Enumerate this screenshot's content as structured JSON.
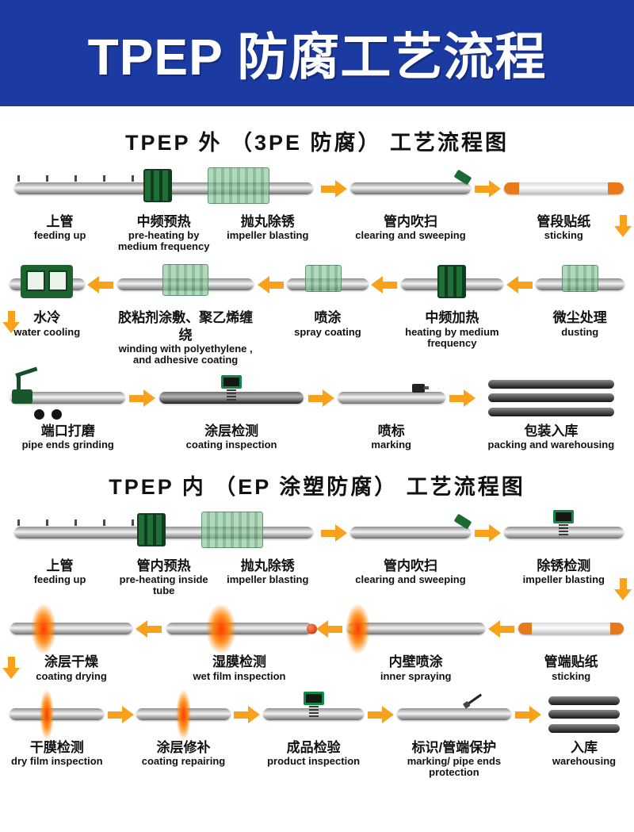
{
  "header": {
    "title": "TPEP 防腐工艺流程"
  },
  "colors": {
    "header_bg": "#1b3aa2",
    "arrow": "#f9a11b",
    "machine_dark": "#1a5c2c",
    "cap": "#e87a1e",
    "hot": "#ff3c00"
  },
  "sections": [
    {
      "title": "TPEP 外 （3PE 防腐） 工艺流程图",
      "rows": [
        {
          "steps": [
            {
              "zh": "上管",
              "en": "feeding up"
            },
            {
              "zh": "中频预热",
              "en": "pre-heating by medium frequency"
            },
            {
              "zh": "抛丸除锈",
              "en": "impeller blasting"
            },
            {
              "zh": "管内吹扫",
              "en": "clearing and sweeping"
            },
            {
              "zh": "管段贴纸",
              "en": "sticking"
            }
          ]
        },
        {
          "steps": [
            {
              "zh": "水冷",
              "en": "water cooling"
            },
            {
              "zh": "胶粘剂涂敷、聚乙烯缠绕",
              "en": "winding with polyethylene , and adhesive coating"
            },
            {
              "zh": "喷涂",
              "en": "spray coating"
            },
            {
              "zh": "中频加热",
              "en": "heating by medium frequency"
            },
            {
              "zh": "微尘处理",
              "en": "dusting"
            }
          ]
        },
        {
          "steps": [
            {
              "zh": "端口打磨",
              "en": "pipe ends grinding"
            },
            {
              "zh": "涂层检测",
              "en": "coating inspection"
            },
            {
              "zh": "喷标",
              "en": "marking"
            },
            {
              "zh": "包装入库",
              "en": "packing and warehousing"
            }
          ]
        }
      ]
    },
    {
      "title": "TPEP 内 （EP 涂塑防腐） 工艺流程图",
      "rows": [
        {
          "steps": [
            {
              "zh": "上管",
              "en": "feeding up"
            },
            {
              "zh": "管内预热",
              "en": "pre-heating inside tube"
            },
            {
              "zh": "抛丸除锈",
              "en": "impeller blasting"
            },
            {
              "zh": "管内吹扫",
              "en": "clearing and sweeping"
            },
            {
              "zh": "除锈检测",
              "en": "impeller blasting"
            }
          ]
        },
        {
          "steps": [
            {
              "zh": "涂层干燥",
              "en": "coating drying"
            },
            {
              "zh": "湿膜检测",
              "en": "wet film inspection"
            },
            {
              "zh": "内壁喷涂",
              "en": "inner spraying"
            },
            {
              "zh": "管端贴纸",
              "en": "sticking"
            }
          ]
        },
        {
          "steps": [
            {
              "zh": "干膜检测",
              "en": "dry film inspection"
            },
            {
              "zh": "涂层修补",
              "en": "coating repairing"
            },
            {
              "zh": "成品检验",
              "en": "product inspection"
            },
            {
              "zh": "标识/管端保护",
              "en": "marking/ pipe ends protection"
            },
            {
              "zh": "入库",
              "en": "warehousing"
            }
          ]
        }
      ]
    }
  ]
}
